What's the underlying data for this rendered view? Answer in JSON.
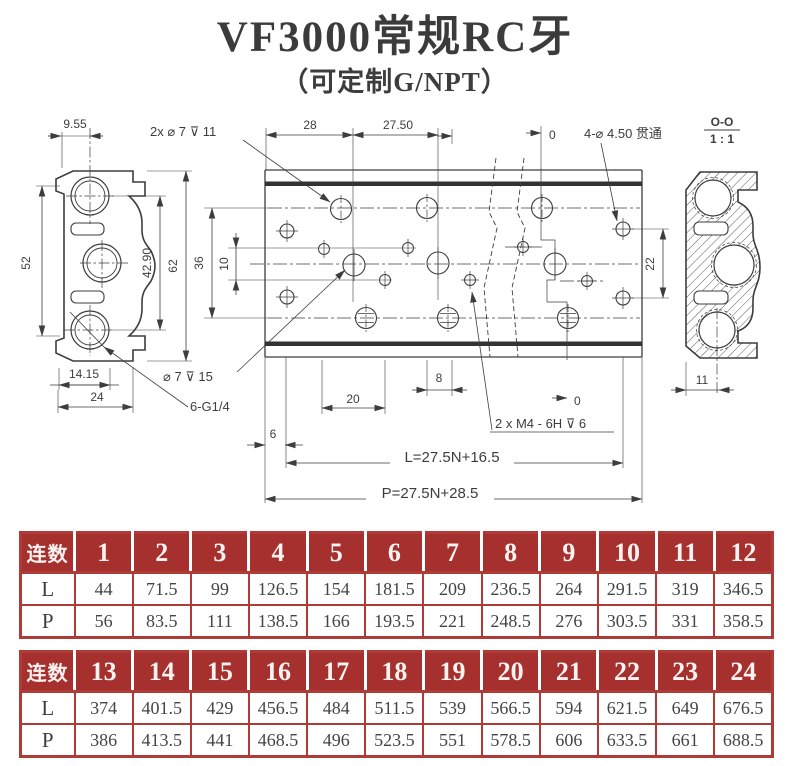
{
  "page": {
    "background": "#ffffff"
  },
  "header": {
    "title": "VF3000常规RC牙",
    "subtitle": "（可定制G/NPT）"
  },
  "drawing": {
    "labels": {
      "dim_9_55": "9.55",
      "dim_52": "52",
      "dim_42_90": "42.90",
      "dim_62": "62",
      "dim_36": "36",
      "dim_10": "10",
      "dim_14_15": "14.15",
      "dim_24": "24",
      "callout_top_holes": "2x ⌀ 7 ⊽ 11",
      "callout_mid_holes": "⌀ 7 ⊽ 15",
      "callout_ports": "6-G1/4",
      "dim_28": "28",
      "dim_27_50": "27.50",
      "datum_zero_top": "0",
      "datum_zero_bottom": "0",
      "callout_through_holes": "4-⌀ 4.50 贯通",
      "section_name": "O-O",
      "section_scale": "1 : 1",
      "dim_22": "22",
      "dim_11": "11",
      "dim_8": "8",
      "dim_20": "20",
      "dim_6": "6",
      "callout_m4": "2 x M4 - 6H ⊽ 6",
      "formula_l": "L=27.5N+16.5",
      "formula_p": "P=27.5N+28.5"
    }
  },
  "colors": {
    "table_header_bg": "#A5302D",
    "table_border": "#AE3B36",
    "drawing_line": "#3d3d3d"
  },
  "tables": [
    {
      "corner_label": "连数",
      "columns": [
        "1",
        "2",
        "3",
        "4",
        "5",
        "6",
        "7",
        "8",
        "9",
        "10",
        "11",
        "12"
      ],
      "rows": [
        {
          "label": "L",
          "values": [
            "44",
            "71.5",
            "99",
            "126.5",
            "154",
            "181.5",
            "209",
            "236.5",
            "264",
            "291.5",
            "319",
            "346.5"
          ]
        },
        {
          "label": "P",
          "values": [
            "56",
            "83.5",
            "111",
            "138.5",
            "166",
            "193.5",
            "221",
            "248.5",
            "276",
            "303.5",
            "331",
            "358.5"
          ]
        }
      ]
    },
    {
      "corner_label": "连数",
      "columns": [
        "13",
        "14",
        "15",
        "16",
        "17",
        "18",
        "19",
        "20",
        "21",
        "22",
        "23",
        "24"
      ],
      "rows": [
        {
          "label": "L",
          "values": [
            "374",
            "401.5",
            "429",
            "456.5",
            "484",
            "511.5",
            "539",
            "566.5",
            "594",
            "621.5",
            "649",
            "676.5"
          ]
        },
        {
          "label": "P",
          "values": [
            "386",
            "413.5",
            "441",
            "468.5",
            "496",
            "523.5",
            "551",
            "578.5",
            "606",
            "633.5",
            "661",
            "688.5"
          ]
        }
      ]
    }
  ]
}
